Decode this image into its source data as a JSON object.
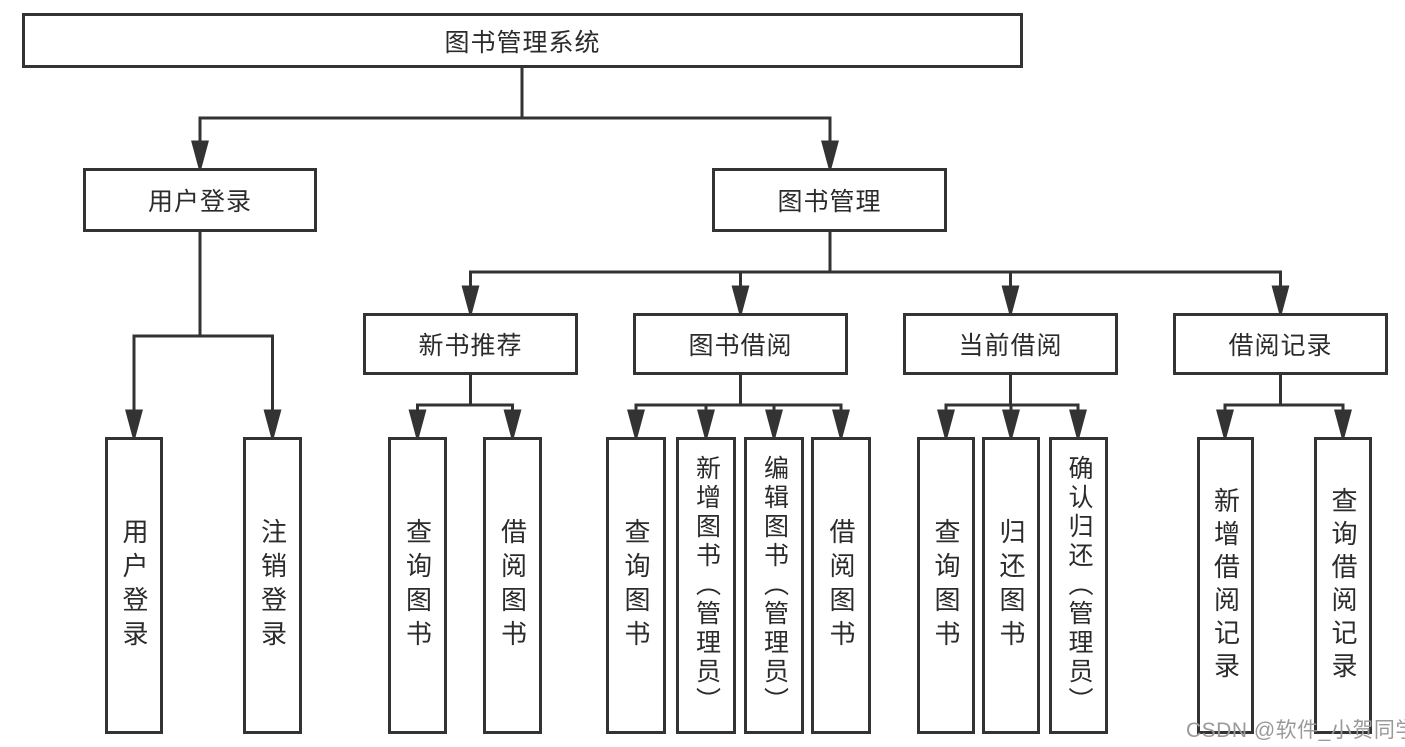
{
  "tree": {
    "root": "图书管理系统",
    "branches": [
      {
        "label": "用户登录",
        "children": [
          "用户登录",
          "注销登录"
        ]
      },
      {
        "label": "图书管理",
        "modules": [
          {
            "label": "新书推荐",
            "children": [
              "查询图书",
              "借阅图书"
            ]
          },
          {
            "label": "图书借阅",
            "children": [
              "查询图书",
              "新增图书（管理员）",
              "编辑图书（管理员）",
              "借阅图书"
            ]
          },
          {
            "label": "当前借阅",
            "children": [
              "查询图书",
              "归还图书",
              "确认归还（管理员）"
            ]
          },
          {
            "label": "借阅记录",
            "children": [
              "新增借阅记录",
              "查询借阅记录"
            ]
          }
        ]
      }
    ]
  },
  "watermark": "CSDN @软件_小贺同学",
  "colors": {
    "line": "#333333",
    "text": "#2b2b2b",
    "watermark": "#9a9a9a",
    "background": "#ffffff"
  }
}
